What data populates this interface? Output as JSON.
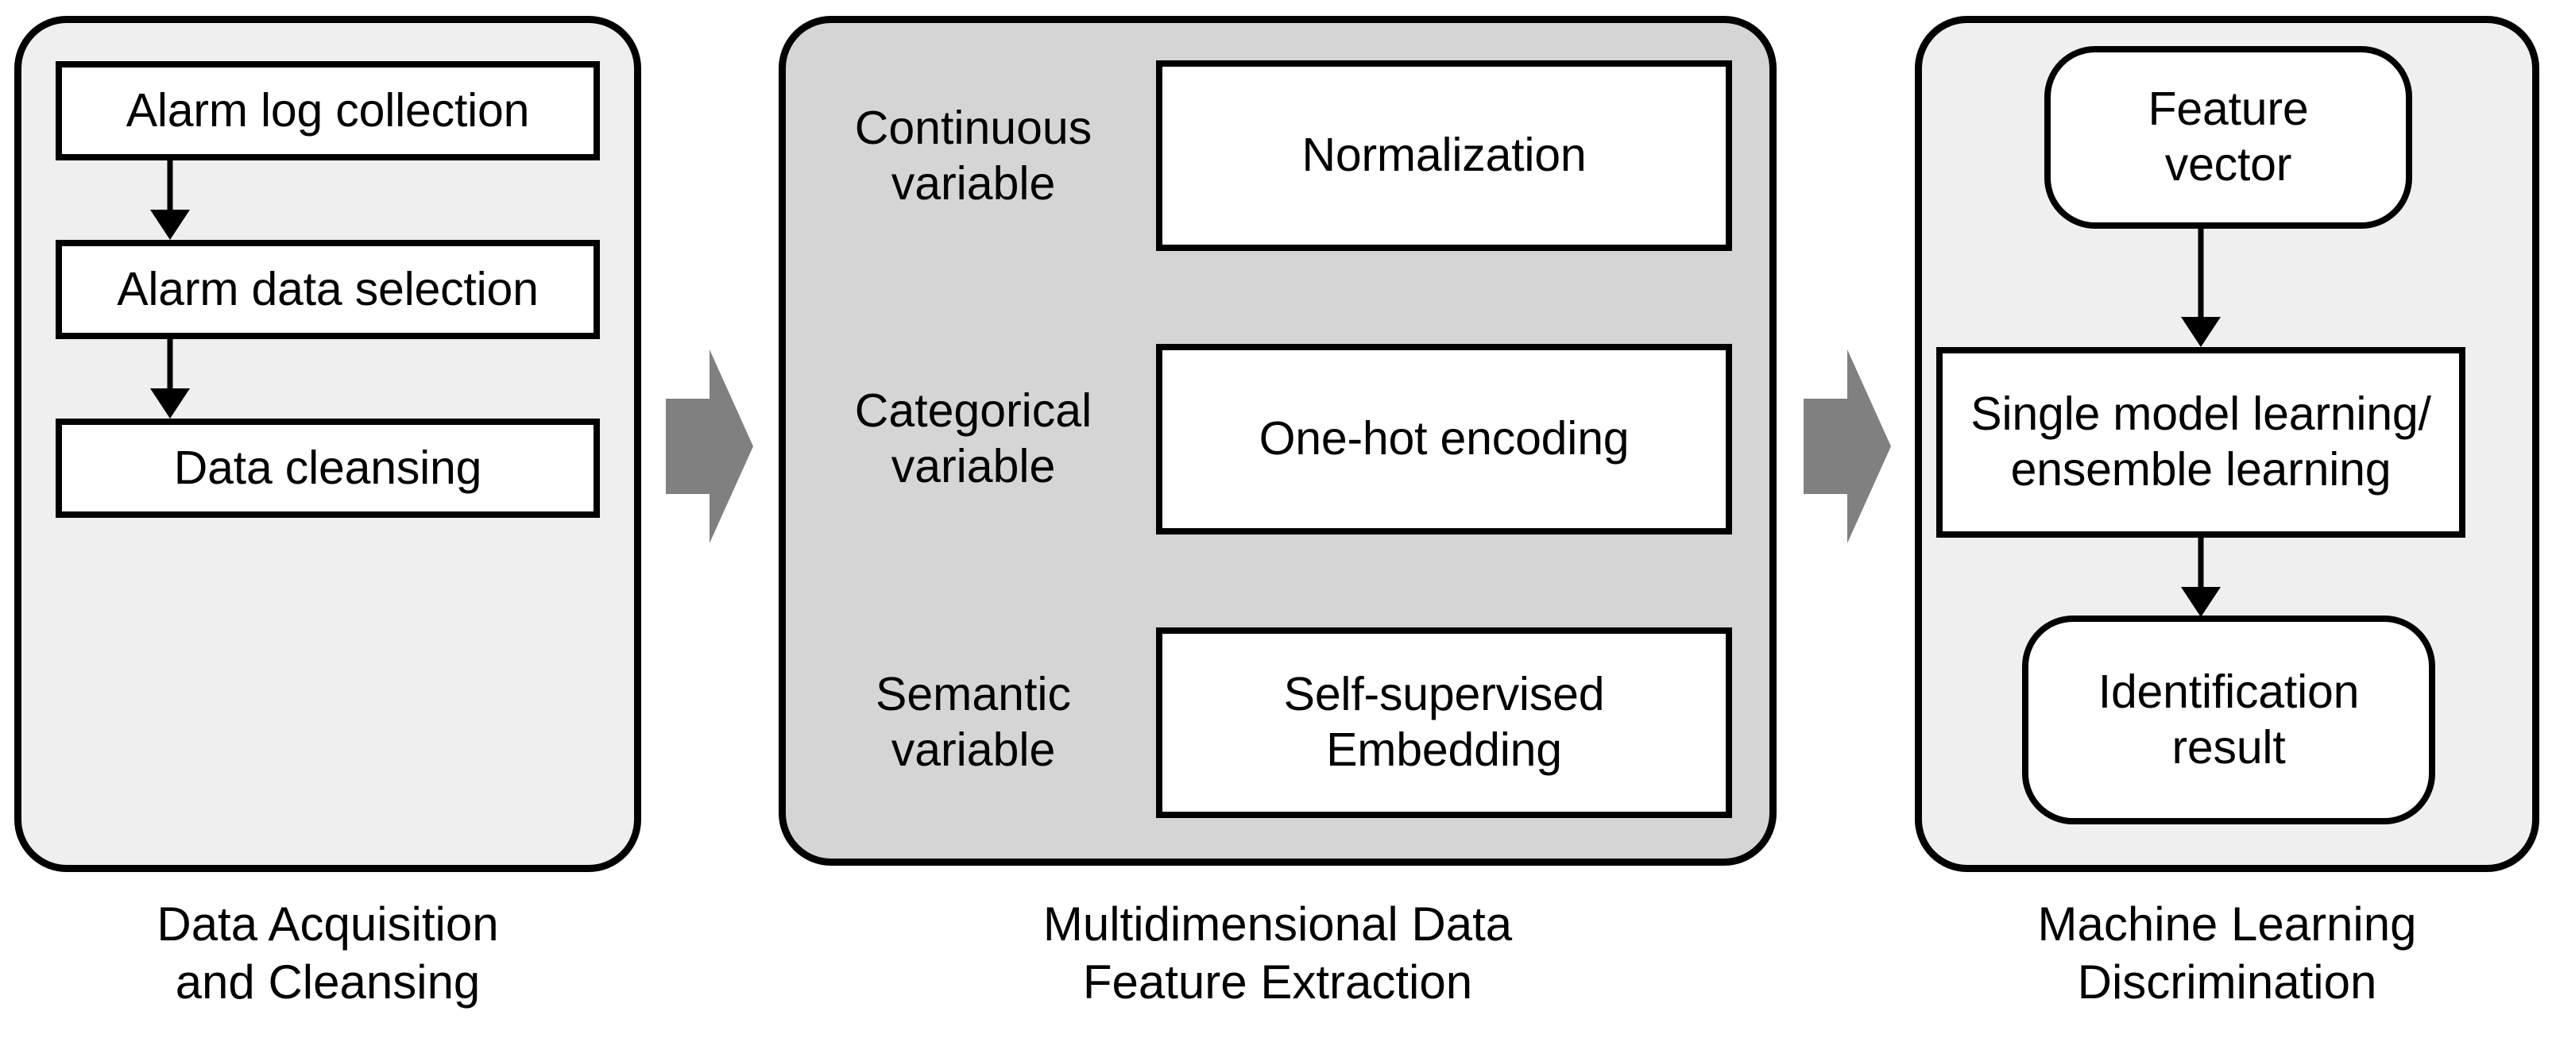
{
  "diagram": {
    "title_visible": false,
    "background_color": "#ffffff",
    "accent_arrow_color": "#808080",
    "stage_light_fill": "#efefef",
    "stage_dark_fill": "#d5d5d5",
    "node_fill": "#ffffff",
    "stroke_color": "#000000"
  },
  "stages": [
    {
      "id": "data-acquisition",
      "caption_lines": [
        "Data Acquisition",
        "and Cleansing"
      ],
      "fill": "#efefef",
      "nodes": [
        {
          "id": "alarm-log-collection",
          "label": "Alarm log collection",
          "shape": "rect"
        },
        {
          "id": "alarm-data-selection",
          "label": "Alarm data selection",
          "shape": "rect"
        },
        {
          "id": "data-cleansing",
          "label": "Data cleansing",
          "shape": "rect"
        }
      ],
      "connectors": [
        {
          "from": "alarm-log-collection",
          "to": "alarm-data-selection"
        },
        {
          "from": "alarm-data-selection",
          "to": "data-cleansing"
        }
      ]
    },
    {
      "id": "feature-extraction",
      "caption_lines": [
        "Multidimensional Data",
        "Feature Extraction"
      ],
      "fill": "#d5d5d5",
      "rows": [
        {
          "id": "continuous",
          "label_lines": [
            "Continuous",
            "variable"
          ],
          "node": {
            "id": "normalization",
            "label_lines": [
              "Normalization"
            ],
            "shape": "rect"
          }
        },
        {
          "id": "categorical",
          "label_lines": [
            "Categorical",
            "variable"
          ],
          "node": {
            "id": "one-hot-encoding",
            "label_lines": [
              "One-hot encoding"
            ],
            "shape": "rect"
          }
        },
        {
          "id": "semantic",
          "label_lines": [
            "Semantic",
            "variable"
          ],
          "node": {
            "id": "self-supervised-embedding",
            "label_lines": [
              "Self-supervised",
              "Embedding"
            ],
            "shape": "rect"
          }
        }
      ]
    },
    {
      "id": "machine-learning",
      "caption_lines": [
        "Machine Learning",
        "Discrimination"
      ],
      "fill": "#efefef",
      "nodes": [
        {
          "id": "feature-vector",
          "label_lines": [
            "Feature",
            "vector"
          ],
          "shape": "pill"
        },
        {
          "id": "model-learning",
          "label_lines": [
            "Single model learning/",
            "ensemble learning"
          ],
          "shape": "rect"
        },
        {
          "id": "identification-result",
          "label_lines": [
            "Identification",
            "result"
          ],
          "shape": "pill"
        }
      ],
      "connectors": [
        {
          "from": "feature-vector",
          "to": "model-learning"
        },
        {
          "from": "model-learning",
          "to": "identification-result"
        }
      ]
    }
  ],
  "stage_arrows": [
    {
      "id": "arrow-acquisition-to-extraction",
      "direction": "right"
    },
    {
      "id": "arrow-extraction-to-learning",
      "direction": "right"
    }
  ]
}
